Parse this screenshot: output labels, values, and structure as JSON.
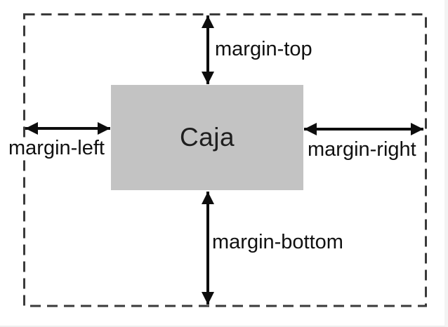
{
  "diagram": {
    "box_label": "Caja",
    "labels": {
      "top": "margin-top",
      "right": "margin-right",
      "bottom": "margin-bottom",
      "left": "margin-left"
    },
    "colors": {
      "bg": "#ffffff",
      "box-fill": "#c3c3c3",
      "box-text": "#1f1f1f",
      "dash": "#3a3a3a",
      "arrow": "#0d0d0d",
      "label": "#111111"
    },
    "icons": {
      "top_arrow": "double-headed-vertical-arrow",
      "bottom_arrow": "double-headed-vertical-arrow",
      "left_arrow": "double-headed-horizontal-arrow",
      "right_arrow": "double-headed-horizontal-arrow"
    }
  }
}
